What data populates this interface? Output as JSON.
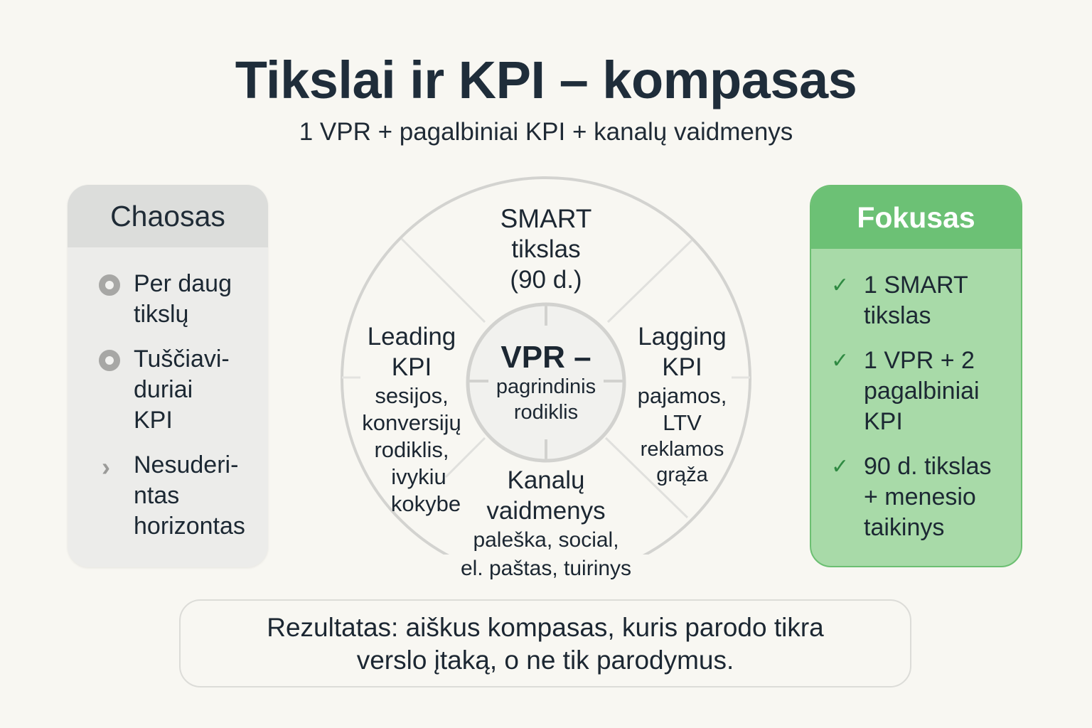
{
  "header": {
    "title": "Tikslai ir KPI – kompasas",
    "subtitle": "1 VPR + pagalbiniai KPI + kanalų vaidmenys"
  },
  "left_panel": {
    "title": "Chaosas",
    "color_header": "#dcdddb",
    "color_body": "#ececea",
    "items": [
      {
        "icon": "ring-bullet-icon",
        "line1": "Per daug",
        "line2": "tikslų",
        "line3": ""
      },
      {
        "icon": "ring-bullet-icon",
        "line1": "Tuščiavi-",
        "line2": "duriai",
        "line3": "KPI"
      },
      {
        "icon": "chevron-right-icon",
        "line1": "Nesuderi-",
        "line2": "ntas",
        "line3": "horizontas"
      }
    ]
  },
  "right_panel": {
    "title": "Fokusas",
    "color_header": "#6cc175",
    "color_body": "#a8daa8",
    "items": [
      {
        "icon": "checkmark-icon",
        "line1": "1 SMART",
        "line2": "tikslas",
        "line3": ""
      },
      {
        "icon": "checkmark-icon",
        "line1": "1 VPR + 2",
        "line2": "pagalbiniai",
        "line3": "KPI"
      },
      {
        "icon": "checkmark-icon",
        "line1": "90 d. tikslas",
        "line2": "+ menesio",
        "line3": "taikinys"
      }
    ]
  },
  "compass": {
    "center": {
      "title": "VPR –",
      "line1": "pagrindinis",
      "line2": "rodiklis"
    },
    "top": {
      "title": "SMART",
      "line1": "tikslas",
      "line2": "(90 d.)"
    },
    "left": {
      "title1": "Leading",
      "title2": "KPI",
      "line1": "sesijos,",
      "line2": "konversijų",
      "line3": "rodiklis,",
      "line4": "ivykiu",
      "line5": "kokybe"
    },
    "right": {
      "title1": "Lagging",
      "title2": "KPI",
      "line1": "pajamos,",
      "line2": "LTV",
      "line3": "reklamos",
      "line4": "grąža"
    },
    "bottom": {
      "title1": "Kanalų",
      "title2": "vaidmenys",
      "line1": "paleška, social,",
      "line2": "el. paštas, tuirinys"
    }
  },
  "result": {
    "line1": "Rezultatas: aiškus kompasas, kuris parodo tikra",
    "line2": "verslo įtaką, o ne tik parodymus."
  },
  "colors": {
    "background": "#f8f7f2",
    "text": "#1c2833",
    "accent_green": "#6cc175",
    "check_green": "#2f8a42",
    "ring_gray": "#d2d2cf"
  }
}
